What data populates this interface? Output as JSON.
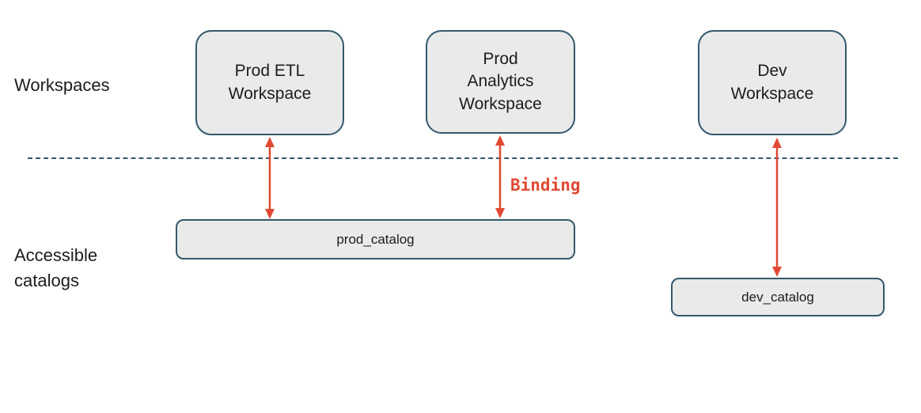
{
  "colors": {
    "arrow": "#e04a33",
    "border": "#33596b",
    "box_fill": "#e9eaea",
    "text": "#1c1c1c"
  },
  "row_labels": {
    "workspaces": "Workspaces",
    "accessible_catalogs": "Accessible catalogs"
  },
  "workspaces": [
    {
      "label": "Prod ETL Workspace"
    },
    {
      "label": "Prod Analytics Workspace"
    },
    {
      "label": "Dev Workspace"
    }
  ],
  "catalogs": [
    {
      "label": "prod_catalog"
    },
    {
      "label": "dev_catalog"
    }
  ],
  "annotations": {
    "binding": "Binding"
  }
}
